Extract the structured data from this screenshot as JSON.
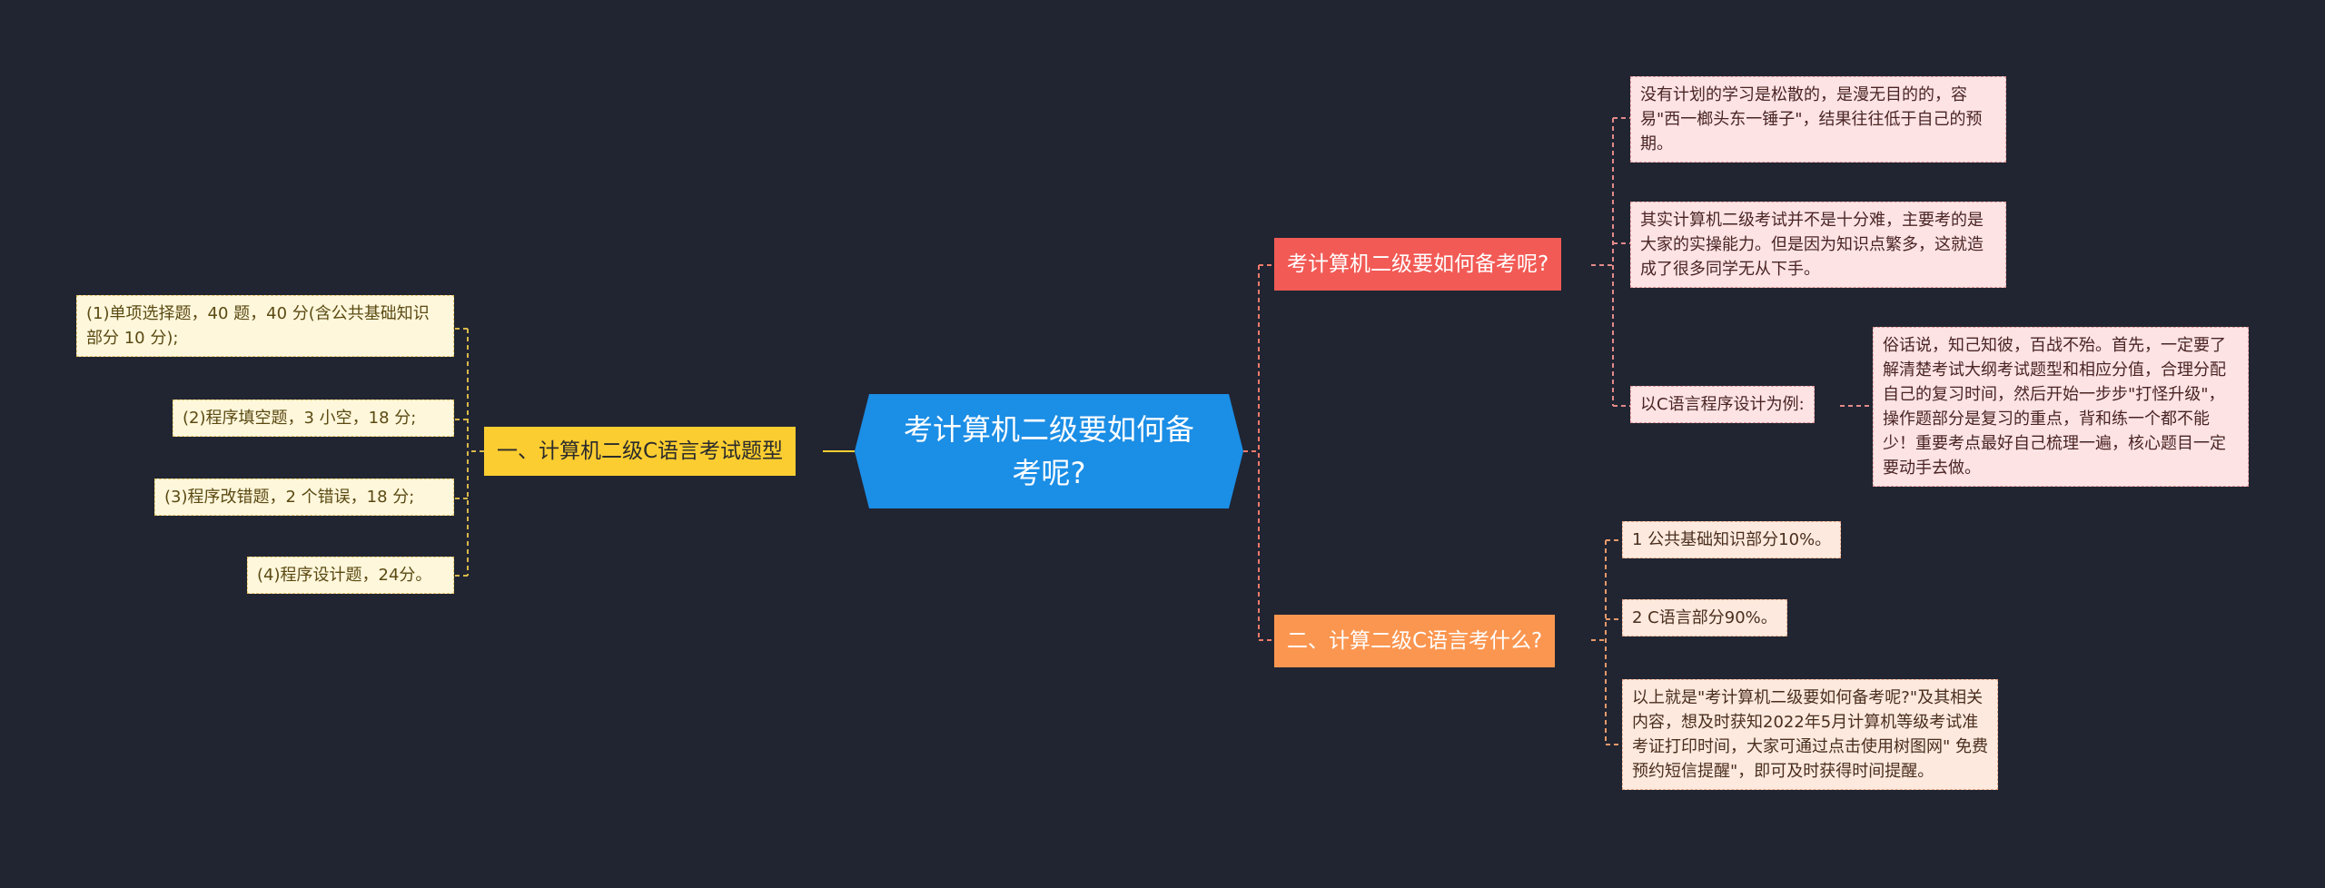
{
  "root": {
    "text": "考计算机二级要如何备考呢?"
  },
  "left_branch": {
    "title": "一、计算机二级C语言考试题型",
    "items": [
      "(1)单项选择题，40 题，40 分(含公共基础知识部分 10 分);",
      "(2)程序填空题，3 小空，18 分;",
      "(3)程序改错题，2 个错误，18 分;",
      "(4)程序设计题，24分。"
    ]
  },
  "right_top_branch": {
    "title": "考计算机二级要如何备考呢?",
    "items": [
      "没有计划的学习是松散的，是漫无目的的，容易\"西一榔头东一锤子\"，结果往往低于自己的预期。",
      "其实计算机二级考试并不是十分难，主要考的是大家的实操能力。但是因为知识点繁多，这就造成了很多同学无从下手。",
      "以C语言程序设计为例:"
    ],
    "sub_item": "俗话说，知己知彼，百战不殆。首先，一定要了解清楚考试大纲考试题型和相应分值，合理分配自己的复习时间，然后开始一步步\"打怪升级\"，操作题部分是复习的重点，背和练一个都不能少！重要考点最好自己梳理一遍，核心题目一定要动手去做。"
  },
  "right_bottom_branch": {
    "title": "二、计算二级C语言考什么?",
    "items": [
      "1 公共基础知识部分10%。",
      "2 C语言部分90%。",
      "以上就是\"考计算机二级要如何备考呢?\"及其相关内容，想及时获知2022年5月计算机等级考试准考证打印时间，大家可通过点击使用树图网\" 免费预约短信提醒\"，即可及时获得时间提醒。"
    ]
  },
  "colors": {
    "background": "#212532",
    "root": "#1b8ee6",
    "yellow_branch": "#fbcd31",
    "red_branch": "#f25a55",
    "orange_branch": "#fb9650"
  }
}
